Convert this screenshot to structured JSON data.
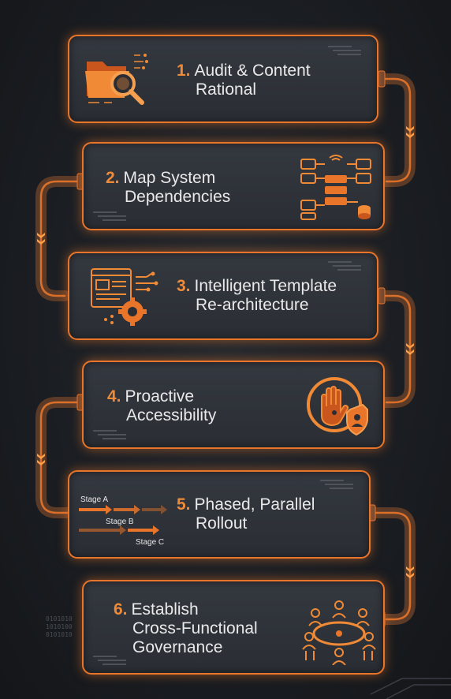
{
  "steps": [
    {
      "num": "1.",
      "line1": "Audit & Content",
      "line2": "Rational",
      "icon": "folder-search-icon"
    },
    {
      "num": "2.",
      "line1": "Map System",
      "line2": "Dependencies",
      "icon": "server-network-icon"
    },
    {
      "num": "3.",
      "line1": "Intelligent Template",
      "line2": "Re-architecture",
      "icon": "template-gear-icon"
    },
    {
      "num": "4.",
      "line1": "Proactive",
      "line2": "Accessibility",
      "icon": "hand-shield-icon"
    },
    {
      "num": "5.",
      "line1": "Phased, Parallel",
      "line2": "Rollout",
      "icon": "stage-arrows-icon"
    },
    {
      "num": "6.",
      "line1": "Establish",
      "line2": "Cross-Functional",
      "line3": "Governance",
      "icon": "meeting-table-icon"
    }
  ],
  "stages": [
    "Stage A",
    "Stage B",
    "Stage C"
  ],
  "binary": [
    "0101010",
    "1010100",
    "0101010"
  ],
  "colors": {
    "accent": "#e8752a",
    "text": "#e9e9ea",
    "background": "#1a1d22"
  }
}
